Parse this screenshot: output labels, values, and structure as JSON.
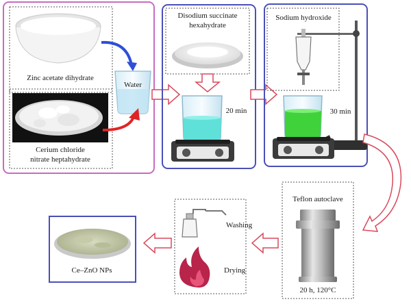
{
  "stage1": {
    "zinc_label": "Zinc acetate dihydrate",
    "water_label": "Water",
    "cerium_line1": "Cerium chloride",
    "cerium_line2": "nitrate heptahydrate"
  },
  "stage2": {
    "succinate_line1": "Disodium succinate",
    "succinate_line2": "hexahydrate",
    "time": "20 min"
  },
  "stage3": {
    "naoh_label": "Sodium hydroxide",
    "time": "30 min"
  },
  "stage4": {
    "title": "Teflon autoclave",
    "condition": "20 h, 120°C"
  },
  "stage5": {
    "washing": "Washing",
    "drying": "Drying"
  },
  "product": {
    "label": "Ce–ZnO NPs"
  },
  "colors": {
    "stage1_border": "#c86bc0",
    "stage_border": "#4a4fb8",
    "arrow_outline": "#d9485a",
    "arrow_blue": "#2f4fd6",
    "arrow_red": "#e02424",
    "solution_cyan": "#5fe0d8",
    "solution_green": "#3fd23a",
    "flame": "#b8244a"
  }
}
